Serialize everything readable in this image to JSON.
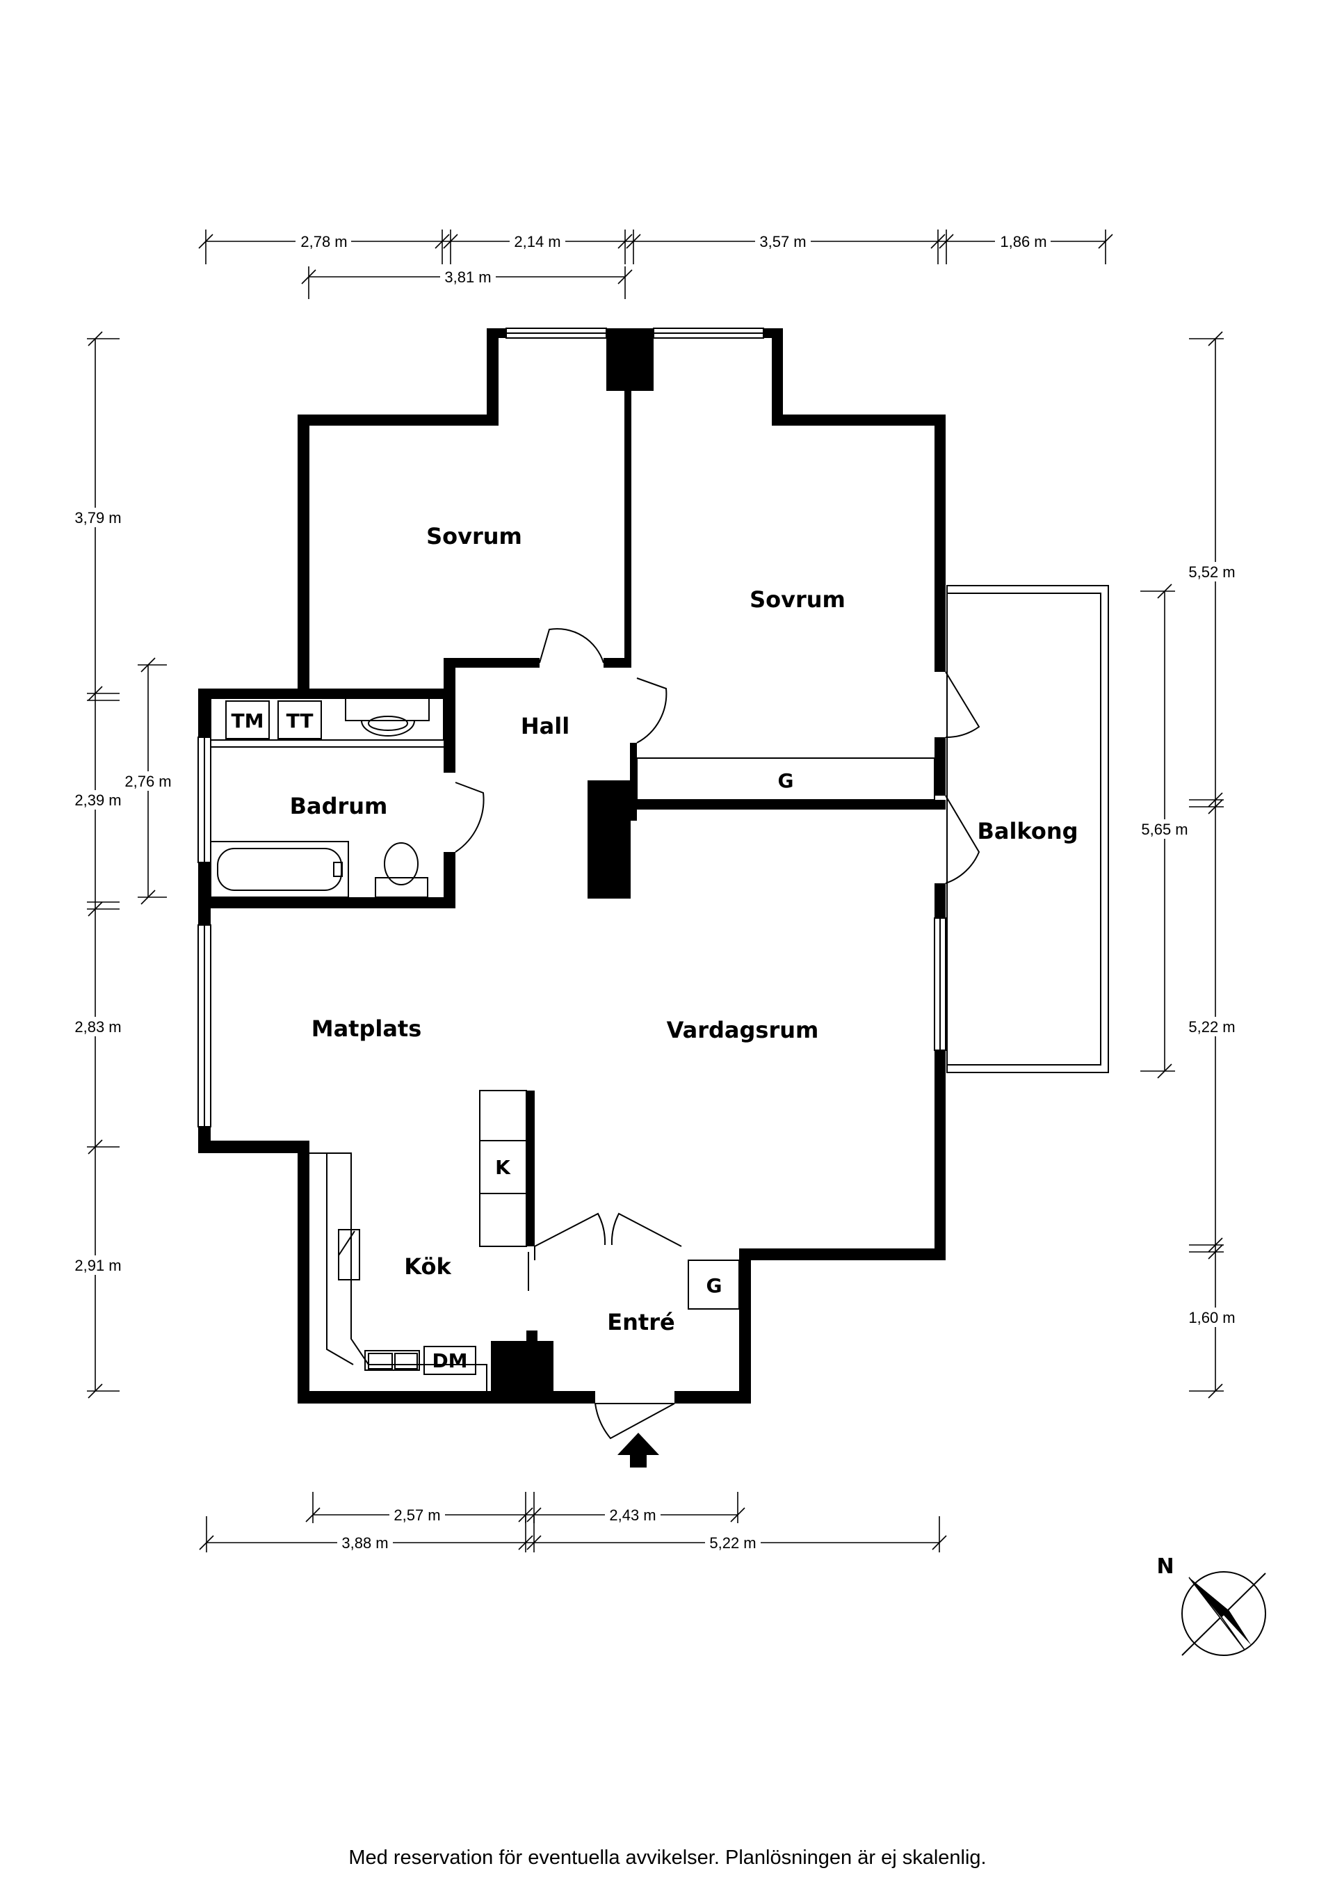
{
  "rooms": {
    "sovrum_left": "Sovrum",
    "sovrum_right": "Sovrum",
    "hall": "Hall",
    "badrum": "Badrum",
    "balkong": "Balkong",
    "matplats": "Matplats",
    "vardagsrum": "Vardagsrum",
    "kok": "Kök",
    "entre": "Entré"
  },
  "fixtures": {
    "tm": "TM",
    "tt": "TT",
    "g_wardrobe": "G",
    "g_entre": "G",
    "k": "K",
    "dm": "DM"
  },
  "dimensions": {
    "top_1": "2,78 m",
    "top_2": "2,14 m",
    "top_3": "3,57 m",
    "top_4": "1,86 m",
    "top_sub": "3,81 m",
    "left_1": "3,79 m",
    "left_2": "2,39 m",
    "left_3": "2,83 m",
    "left_4": "2,91 m",
    "left_inner": "2,76 m",
    "right_1": "5,52 m",
    "right_2": "5,22 m",
    "right_3": "1,60 m",
    "balkong_height": "5,65 m",
    "bottom_1": "2,57 m",
    "bottom_2": "2,43 m",
    "bottom_3": "3,88 m",
    "bottom_4": "5,22 m"
  },
  "compass": {
    "label": "N",
    "icon": "compass-icon"
  },
  "disclaimer": "Med reservation för eventuella avvikelser. Planlösningen är ej skalenlig."
}
